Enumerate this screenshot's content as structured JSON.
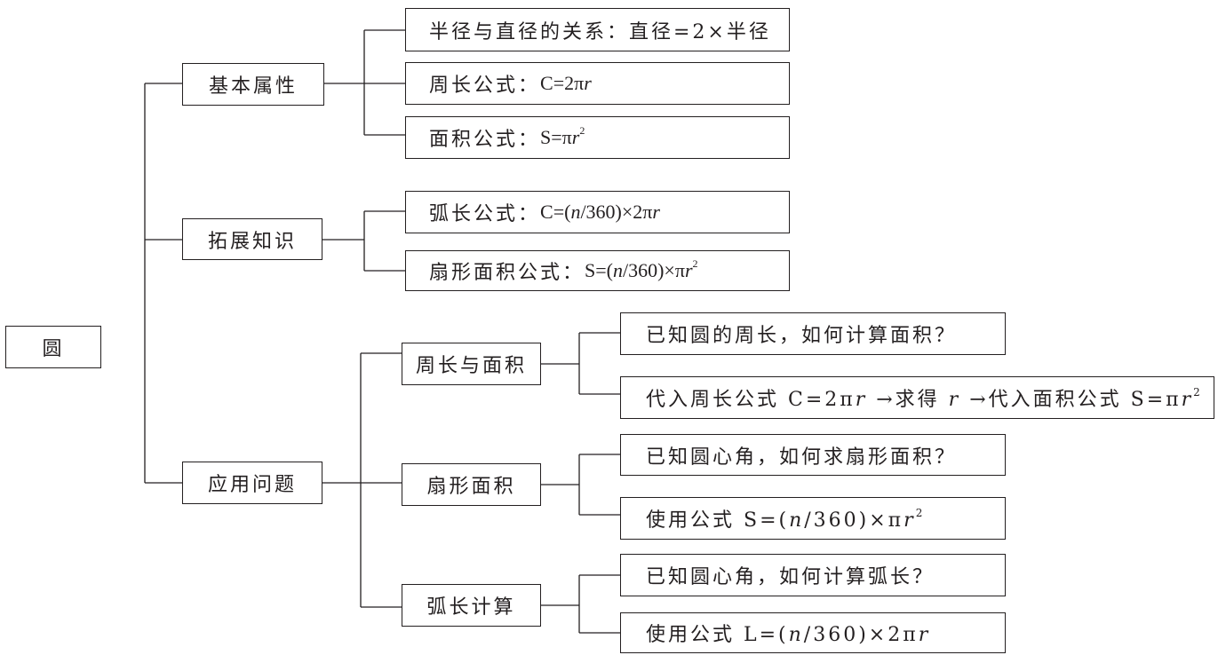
{
  "root": {
    "label": "圆"
  },
  "branches": {
    "basic": {
      "label": "基本属性",
      "items": {
        "radius_diameter": "半径与直径的关系：直径=2×半径",
        "circumference_label": "周长公式：",
        "circumference_formula": "C=2πr",
        "area_label": "面积公式：",
        "area_formula": "S=πr²"
      }
    },
    "extended": {
      "label": "拓展知识",
      "items": {
        "arc_length_label": "弧长公式：",
        "arc_length_formula": "C=(n/360)×2πr",
        "sector_area_label": "扇形面积公式：",
        "sector_area_formula": "S=(n/360)×πr²"
      }
    },
    "application": {
      "label": "应用问题",
      "subtopics": {
        "perimeter_area": {
          "label": "周长与面积",
          "question": "已知圆的周长，如何计算面积？",
          "answer": "代入周长公式 C=2πr →求得 r →代入面积公式 S=πr²"
        },
        "sector_area": {
          "label": "扇形面积",
          "question": "已知圆心角，如何求扇形面积？",
          "answer": "使用公式 S=(n/360)×πr²"
        },
        "arc_length": {
          "label": "弧长计算",
          "question": "已知圆心角，如何计算弧长？",
          "answer": "使用公式 L=(n/360)×2πr"
        }
      }
    }
  },
  "colors": {
    "line": "#231f20",
    "background": "#ffffff",
    "text": "#231f20"
  }
}
